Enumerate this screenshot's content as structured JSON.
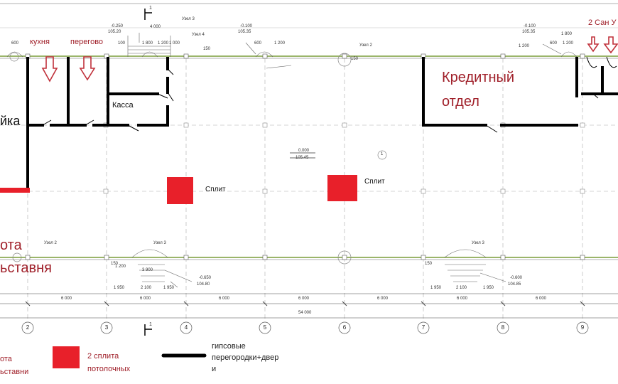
{
  "rooms": {
    "kitchen": "кухня",
    "meeting": "перегово",
    "kassa": "Касса",
    "credit_line1": "Кредитный",
    "credit_line2": "отдел",
    "left_fragment": "йка",
    "sanuzel": "2 Сан У",
    "bottom_left1": "ота",
    "bottom_left2": "ьставня"
  },
  "splits": [
    {
      "label": "Сплит"
    },
    {
      "label": "Сплит"
    }
  ],
  "zero_mark": {
    "level": "0.000",
    "abs": "105.45"
  },
  "room_number": "1",
  "top_marks": [
    {
      "level": "-0.250",
      "abs": "105.20"
    },
    {
      "level": "-0.100",
      "abs": "105.35"
    },
    {
      "level": "-0.100",
      "abs": "105.35"
    }
  ],
  "bottom_marks": [
    {
      "level": "-0.650",
      "abs": "104.80"
    },
    {
      "level": "-0.600",
      "abs": "104.85"
    }
  ],
  "nodes": {
    "uzel3_top": "Узел 3",
    "uzel4_top": "Узел 4",
    "uzel2_top": "Узел 2",
    "uzel2_bottom": "Узел 2",
    "uzel3_bottom_a": "Узел 3",
    "uzel3_bottom_b": "Узел 3"
  },
  "section_mark": "1",
  "dims_top": {
    "stair_width": "4 000",
    "seg_a": "1 800",
    "seg_b": "1 200",
    "seg_c": "1 000",
    "w600": "600",
    "w1200": "1 200",
    "w100": "100",
    "w150": "150",
    "right_1800": "1 800",
    "right_1200": "1 200",
    "right_600": "600",
    "right_150": "150",
    "left_600": "600",
    "left_1200": "1 200"
  },
  "dims_bottom": {
    "a1950": "1 950",
    "b2100": "2 100",
    "c1950": "1 950",
    "d1200": "1 200",
    "e150": "150",
    "f3900": "3 900",
    "g1950": "1 950",
    "h2100": "2 100",
    "i1950": "1 950",
    "j150": "150"
  },
  "grid_spacing": [
    "6 000",
    "6 000",
    "6 000",
    "6 000",
    "6 000",
    "6 000",
    "6 000"
  ],
  "total_length": "54 000",
  "axes": [
    "2",
    "3",
    "4",
    "5",
    "6",
    "7",
    "8",
    "9"
  ],
  "legend": {
    "left1": "ота",
    "left2": "ьставни",
    "splits_line1": "2 сплита",
    "splits_line2": "потолочных",
    "walls_line1": "гипсовые",
    "walls_line2": "перегородки+двер",
    "walls_line3": "и"
  },
  "colors": {
    "wall": "#000000",
    "split": "#e8202a",
    "arrow": "#c0303a",
    "red_text": "#a0202a",
    "facade_line": "#9bb56a"
  }
}
